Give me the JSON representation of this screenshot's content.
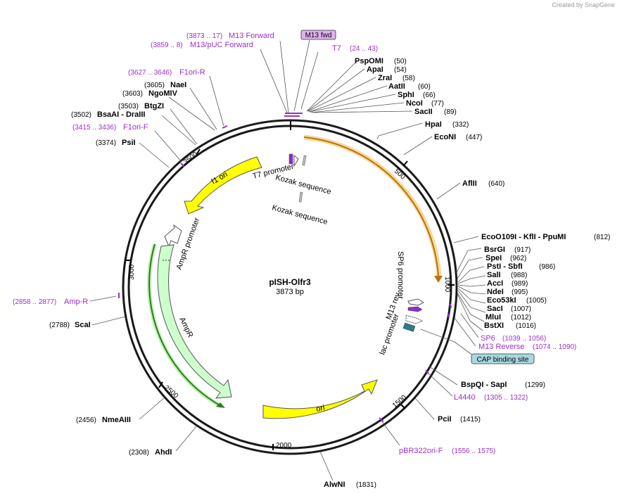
{
  "creator": "Created by SnapGene",
  "plasmid": {
    "name": "pISH-Olfr3",
    "size": "3873 bp"
  },
  "ticks": [
    "500",
    "1000",
    "1500",
    "2000",
    "2500",
    "3000",
    "3500"
  ],
  "enzymes": [
    {
      "name": "PspOMI",
      "pos": "(50)"
    },
    {
      "name": "ApaI",
      "pos": "(54)"
    },
    {
      "name": "ZraI",
      "pos": "(58)"
    },
    {
      "name": "AatII",
      "pos": "(60)"
    },
    {
      "name": "SphI",
      "pos": "(66)"
    },
    {
      "name": "NcoI",
      "pos": "(77)"
    },
    {
      "name": "SacII",
      "pos": "(89)"
    },
    {
      "name": "HpaI",
      "pos": "(332)"
    },
    {
      "name": "EcoNI",
      "pos": "(447)"
    },
    {
      "name": "AflII",
      "pos": "(640)"
    },
    {
      "name": "EcoO109I - KflI - PpuMI",
      "pos": "(812)"
    },
    {
      "name": "BsrGI",
      "pos": "(917)"
    },
    {
      "name": "SpeI",
      "pos": "(962)"
    },
    {
      "name": "PstI - SbfI",
      "pos": "(986)"
    },
    {
      "name": "SalI",
      "pos": "(988)"
    },
    {
      "name": "AccI",
      "pos": "(989)"
    },
    {
      "name": "NdeI",
      "pos": "(995)"
    },
    {
      "name": "Eco53kI",
      "pos": "(1005)"
    },
    {
      "name": "SacI",
      "pos": "(1007)"
    },
    {
      "name": "MluI",
      "pos": "(1012)"
    },
    {
      "name": "BstXI",
      "pos": "(1016)"
    },
    {
      "name": "BspQI - SapI",
      "pos": "(1299)"
    },
    {
      "name": "PciI",
      "pos": "(1415)"
    },
    {
      "name": "AlwNI",
      "pos": "(1831)"
    },
    {
      "name": "AhdI",
      "pos": "(2308)"
    },
    {
      "name": "NmeAIII",
      "pos": "(2456)"
    },
    {
      "name": "ScaI",
      "pos": "(2788)"
    },
    {
      "name": "PsiI",
      "pos": "(3374)"
    },
    {
      "name": "BsaAI - DraIII",
      "pos": "(3502)"
    },
    {
      "name": "BtgZI",
      "pos": "(3503)"
    },
    {
      "name": "NgoMIV",
      "pos": "(3603)"
    },
    {
      "name": "NaeI",
      "pos": "(3605)"
    }
  ],
  "primers": [
    {
      "name": "M13 Forward",
      "pos": "(3873 .. 17)"
    },
    {
      "name": "M13/pUC Forward",
      "pos": "(3859 .. 8)"
    },
    {
      "name": "T7",
      "pos": "(24 .. 43)"
    },
    {
      "name": "F1ori-R",
      "pos": "(3627 .. 3646)"
    },
    {
      "name": "F1ori-F",
      "pos": "(3415 .. 3436)"
    },
    {
      "name": "Amp-R",
      "pos": "(2858 .. 2877)"
    },
    {
      "name": "SP6",
      "pos": "(1039 .. 1056)"
    },
    {
      "name": "M13 Reverse",
      "pos": "(1074 .. 1090)"
    },
    {
      "name": "L4440",
      "pos": "(1305 .. 1322)"
    },
    {
      "name": "pBR322ori-F",
      "pos": "(1556 .. 1575)"
    }
  ],
  "boxes": {
    "m13fwd": "M13 fwd",
    "cap": "CAP binding site"
  },
  "features": {
    "t7promoter": "T7 promoter",
    "kozak1": "Kozak sequence",
    "kozak2": "Kozak sequence",
    "f1ori": "f1 ori",
    "amppromoter": "AmpR promoter",
    "ampr": "AmpR",
    "ori": "ori",
    "sp6promoter": "SP6 promoter",
    "m13rev": "M13 rev",
    "lacpromoter": "lac promoter"
  },
  "colors": {
    "yellow": "#ffff00",
    "ampr_fill": "#ccffcc",
    "primer": "#9b2fc9",
    "orange": "#e8941a",
    "cap_box": "#a8d8e0",
    "m13_box": "#e0b0f0",
    "lac_box": "#2e7d8c"
  }
}
